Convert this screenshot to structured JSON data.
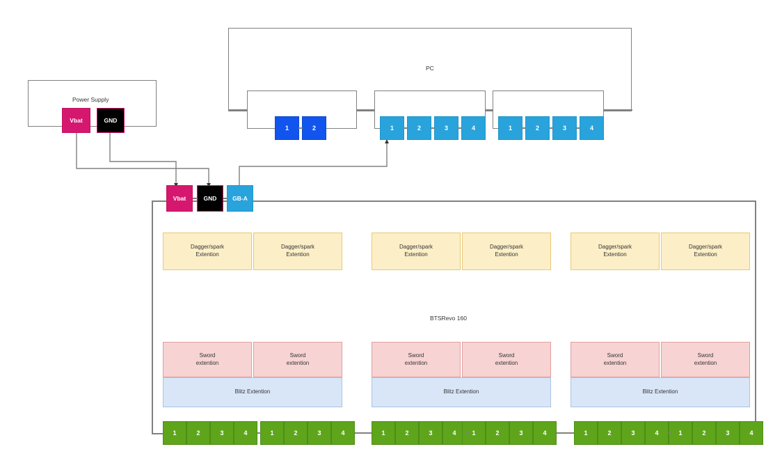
{
  "diagram": {
    "title_pc": "PC",
    "title_power_supply": "Power Supply",
    "title_bts": "BTSRevo 160"
  },
  "power_supply": {
    "label": "Power Supply",
    "terminals": [
      {
        "name": "vbat",
        "label": "Vbat",
        "color": "#D6176F"
      },
      {
        "name": "gnd",
        "label": "GND",
        "color": "#000000"
      }
    ]
  },
  "pc": {
    "label": "PC",
    "racks": [
      {
        "name": "rack-left",
        "ports": [
          {
            "label": "1",
            "color": "#1255EE"
          },
          {
            "label": "2",
            "color": "#1255EE"
          }
        ]
      },
      {
        "name": "rack-middle",
        "ports": [
          {
            "label": "1",
            "color": "#29A3DC"
          },
          {
            "label": "2",
            "color": "#29A3DC"
          },
          {
            "label": "3",
            "color": "#29A3DC"
          },
          {
            "label": "4",
            "color": "#29A3DC"
          }
        ]
      },
      {
        "name": "rack-right",
        "ports": [
          {
            "label": "1",
            "color": "#29A3DC"
          },
          {
            "label": "2",
            "color": "#29A3DC"
          },
          {
            "label": "3",
            "color": "#29A3DC"
          },
          {
            "label": "4",
            "color": "#29A3DC"
          }
        ]
      }
    ]
  },
  "bts": {
    "label": "BTSRevo 160",
    "connectors": [
      {
        "name": "vbat",
        "label": "Vbat",
        "color": "#D6176F"
      },
      {
        "name": "gnd",
        "label": "GND",
        "color": "#000000"
      },
      {
        "name": "gba",
        "label": "GB-A",
        "color": "#29A3DC"
      }
    ],
    "dagger_label": "Dagger/spark\nExtention",
    "dagger_line1": "Dagger/spark",
    "dagger_line2": "Extention",
    "sword_line1": "Sword",
    "sword_line2": "extention",
    "blitz_label": "Blitz Extention",
    "groups": [
      {
        "name": "group-1",
        "dagger": [
          "Dagger/spark Extention",
          "Dagger/spark Extention"
        ],
        "sword": [
          "Sword extention",
          "Sword extention"
        ],
        "blitz": "Blitz Extention",
        "green_banks": [
          {
            "ports": [
              "1",
              "2",
              "3",
              "4"
            ]
          },
          {
            "ports": [
              "1",
              "2",
              "3",
              "4"
            ]
          }
        ]
      },
      {
        "name": "group-2",
        "dagger": [
          "Dagger/spark Extention",
          "Dagger/spark Extention"
        ],
        "sword": [
          "Sword extention",
          "Sword extention"
        ],
        "blitz": "Blitz Extention",
        "green_banks": [
          {
            "ports": [
              "1",
              "2",
              "3",
              "4"
            ]
          },
          {
            "ports": [
              "1",
              "2",
              "3",
              "4"
            ]
          }
        ]
      },
      {
        "name": "group-3",
        "dagger": [
          "Dagger/spark Extention",
          "Dagger/spark Extention"
        ],
        "sword": [
          "Sword extention",
          "Sword extention"
        ],
        "blitz": "Blitz Extention",
        "green_banks": [
          {
            "ports": [
              "1",
              "2",
              "3",
              "4"
            ]
          },
          {
            "ports": [
              "1",
              "2",
              "3",
              "4"
            ]
          }
        ]
      }
    ]
  },
  "colors": {
    "wire": "#808080",
    "dagger_fill": "#FCEFC7",
    "dagger_stroke": "#E8C877",
    "sword_fill": "#F7D3D3",
    "sword_stroke": "#DFA0A0",
    "blitz_fill": "#D9E6F7",
    "blitz_stroke": "#A9C3E4",
    "green": "#5EA51B",
    "light_blue": "#29A3DC",
    "dark_blue": "#1255EE",
    "magenta": "#D6176F",
    "black": "#000000"
  }
}
